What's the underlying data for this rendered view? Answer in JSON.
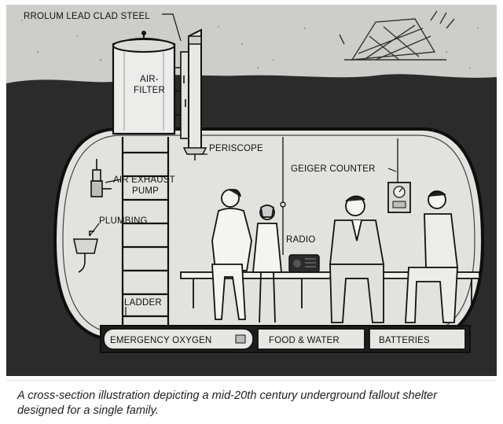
{
  "labels": {
    "steel": "RROLUM LEAD CLAD STEEL",
    "air_filter_1": "AIR-",
    "air_filter_2": "FILTER",
    "periscope": "PERISCOPE",
    "geiger": "GEIGER COUNTER",
    "exhaust_1": "AIR EXHAUST",
    "exhaust_2": "PUMP",
    "plumbing": "PLUMBING",
    "radio": "RADIO",
    "ladder": "LADDER",
    "oxygen": "EMERGENCY OXYGEN",
    "food_water": "FOOD & WATER",
    "batteries": "BATTERIES"
  },
  "caption": "A cross-section illustration depicting a mid-20th century underground fallout shelter designed for a single family.",
  "colors": {
    "sky_soil": "#cfcfcc",
    "ground": "#2a2a2a",
    "interior": "#e4e4e0",
    "line": "#111111"
  }
}
